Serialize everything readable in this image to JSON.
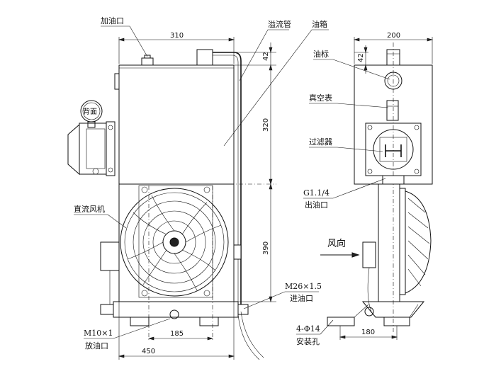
{
  "labels": {
    "fill_port": "加油口",
    "overflow_pipe": "溢流管",
    "oil_tank": "油箱",
    "oil_gauge": "油标",
    "vacuum_gauge": "真空表",
    "filter": "过滤器",
    "outlet_thread": "G1.1/4",
    "outlet": "出油口",
    "dc_fan": "直流风机",
    "wind_direction": "风向",
    "inlet_thread": "M26×1.5",
    "inlet": "进油口",
    "drain_thread": "M10×1",
    "drain": "放油口",
    "mount_holes_spec": "4-Φ14",
    "mount_holes": "安装孔",
    "gauge_face": "背面"
  },
  "dimensions": {
    "front_width_top": "310",
    "front_width_total": "450",
    "front_hole_spacing": "185",
    "height_top": "42",
    "height_tank": "320",
    "height_cooler": "390",
    "side_width_top": "200",
    "side_height_top": "42",
    "side_hole_spacing": "180"
  }
}
